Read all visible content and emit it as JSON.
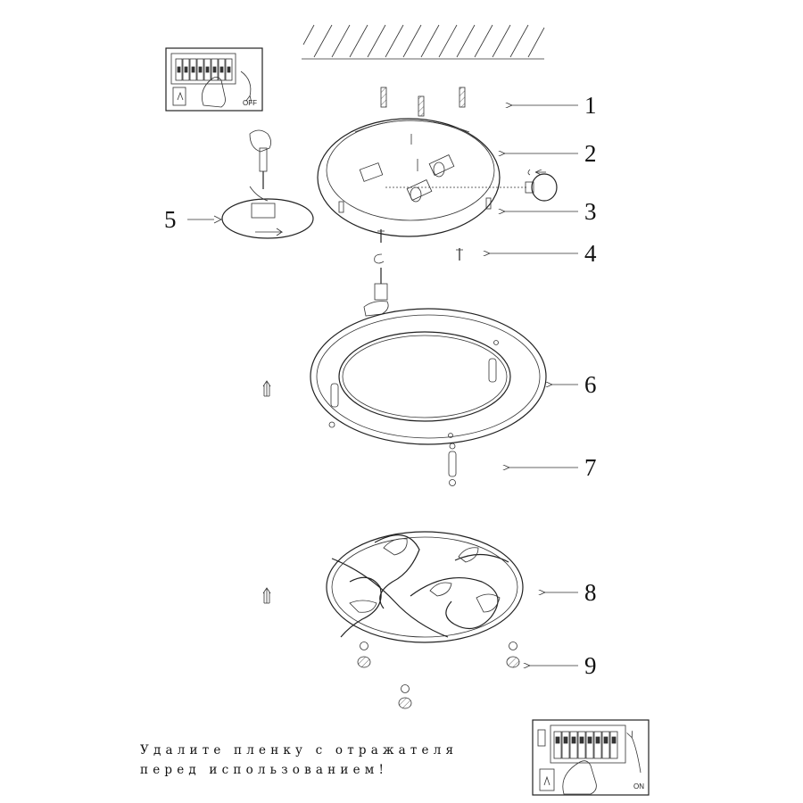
{
  "callouts": [
    {
      "number": "1"
    },
    {
      "number": "2"
    },
    {
      "number": "3"
    },
    {
      "number": "4"
    },
    {
      "number": "5"
    },
    {
      "number": "6"
    },
    {
      "number": "7"
    },
    {
      "number": "8"
    },
    {
      "number": "9"
    }
  ],
  "switch_off": {
    "label": "OFF"
  },
  "switch_on": {
    "label": "ON"
  },
  "note": {
    "line1": "Удалите пленку с отражателя",
    "line2": "перед использованием!"
  }
}
